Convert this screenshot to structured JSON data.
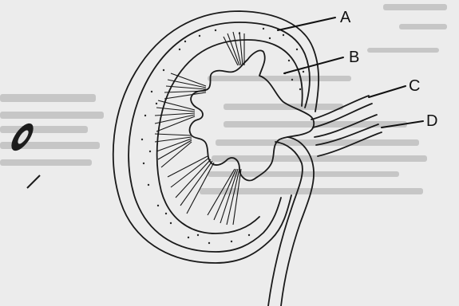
{
  "figure": {
    "labels": [
      {
        "id": "A",
        "text": "A"
      },
      {
        "id": "B",
        "text": "B"
      },
      {
        "id": "C",
        "text": "C"
      },
      {
        "id": "D",
        "text": "D"
      }
    ]
  },
  "colors": {
    "paper": "#e9e9e9",
    "ink": "#111111",
    "bleed": "#9a9a9a"
  }
}
